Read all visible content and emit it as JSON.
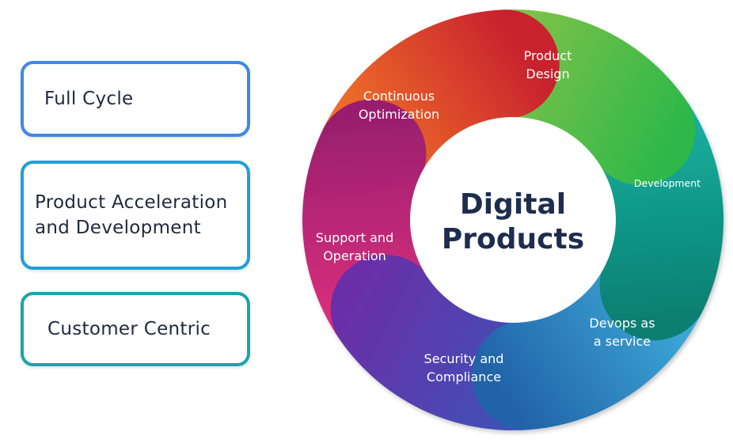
{
  "features": [
    {
      "label": "Full Cycle"
    },
    {
      "label": "Product Acceleration and Development"
    },
    {
      "label": "Customer Centric"
    }
  ],
  "wheel": {
    "center": {
      "line1": "Digital",
      "line2": "Products"
    },
    "segments": [
      {
        "line1": "Product",
        "line2": "Design",
        "color_from": "#8bc34a",
        "color_to": "#2eb84a"
      },
      {
        "line1": "Development",
        "line2": "",
        "color_from": "#14b3a3",
        "color_to": "#0e7f72"
      },
      {
        "line1": "Devops as",
        "line2": "a service",
        "color_from": "#3fb0dc",
        "color_to": "#2262a8"
      },
      {
        "line1": "Security and",
        "line2": "Compliance",
        "color_from": "#3a55b8",
        "color_to": "#6a2fa8"
      },
      {
        "line1": "Support and",
        "line2": "Operation",
        "color_from": "#e0307f",
        "color_to": "#9a1f6e"
      },
      {
        "line1": "Continuous",
        "line2": "Optimization",
        "color_from": "#f47a2a",
        "color_to": "#c8202e"
      }
    ]
  }
}
